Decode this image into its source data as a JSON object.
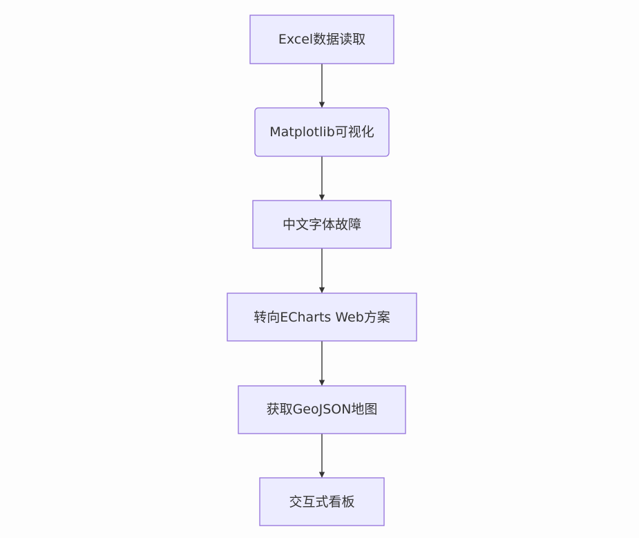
{
  "flowchart": {
    "nodes": [
      {
        "id": "n1",
        "label": "Excel数据读取",
        "shape": "rect"
      },
      {
        "id": "n2",
        "label": "Matplotlib可视化",
        "shape": "rounded-rect"
      },
      {
        "id": "n3",
        "label": "中文字体故障",
        "shape": "rect"
      },
      {
        "id": "n4",
        "label": "转向ECharts Web方案",
        "shape": "rect"
      },
      {
        "id": "n5",
        "label": "获取GeoJSON地图",
        "shape": "rect"
      },
      {
        "id": "n6",
        "label": "交互式看板",
        "shape": "rect"
      }
    ],
    "edges": [
      {
        "from": "n1",
        "to": "n2"
      },
      {
        "from": "n2",
        "to": "n3"
      },
      {
        "from": "n3",
        "to": "n4"
      },
      {
        "from": "n4",
        "to": "n5"
      },
      {
        "from": "n5",
        "to": "n6"
      }
    ]
  },
  "colors": {
    "node_fill": "#ececff",
    "node_stroke": "#9370db",
    "edge": "#333333",
    "text": "#333333"
  }
}
